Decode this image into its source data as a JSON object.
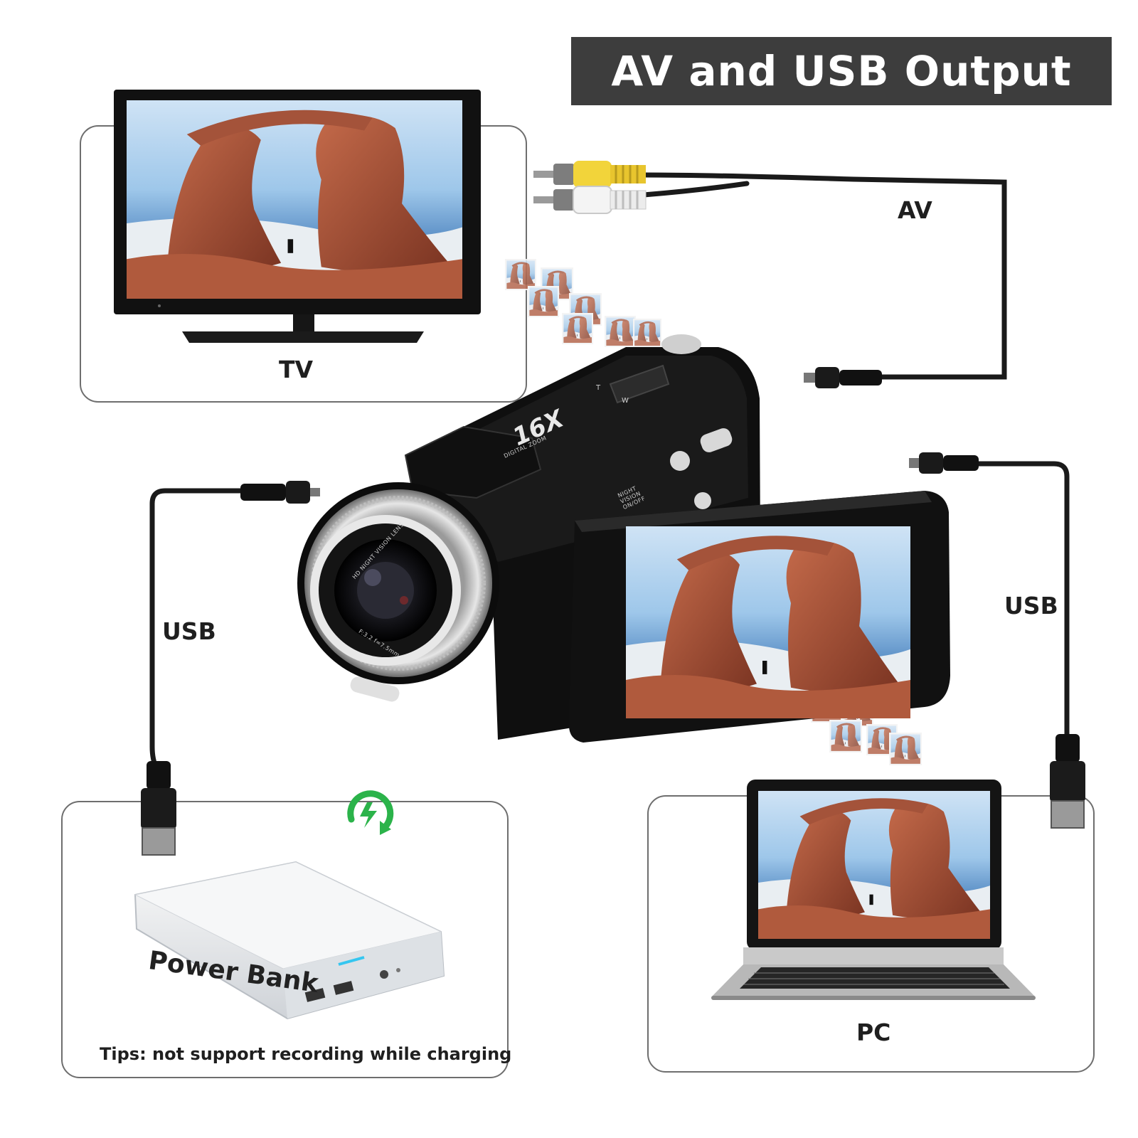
{
  "title": "AV  and USB Output",
  "labels": {
    "tv": "TV",
    "av": "AV",
    "usb_left": "USB",
    "usb_right": "USB",
    "pc": "PC",
    "power_bank": "Power Bank",
    "tips": "Tips: not support recording while charging"
  },
  "camera": {
    "zoom_badge": "16X",
    "zoom_caption": "DIGITAL ZOOM",
    "night_vision": "NIGHT VISION ON/OFF",
    "lens_ring_text": "HD NIGHT VISION LENS",
    "lens_spec": "F:3.2 f=7.5mm",
    "zoom_t": "T",
    "zoom_w": "W"
  },
  "colors": {
    "title_bg": "#3d3d3d",
    "panel_border": "#6e6e6e",
    "charge_icon": "#2bb34a",
    "cable": "#1a1a1a",
    "av_yellow": "#f2d43a"
  },
  "icons": [
    "charging-icon",
    "usb-plug-icon",
    "mini-usb-plug-icon",
    "rca-plug-icon"
  ]
}
